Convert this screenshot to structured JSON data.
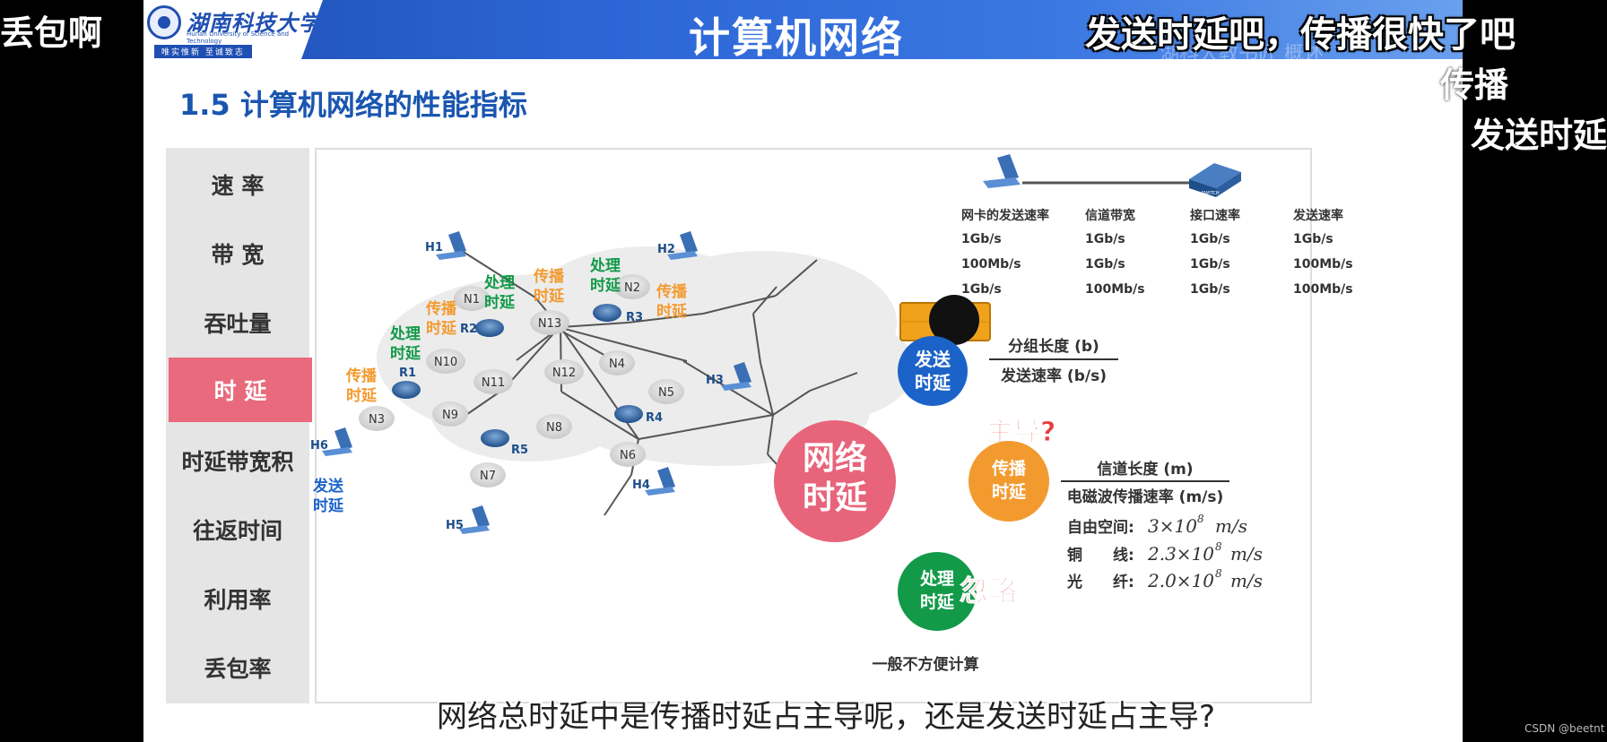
{
  "overlay": {
    "left_edge_text": "丢包啊",
    "top_caption": "发送时延吧，传播很快了吧",
    "right_line1": "传播",
    "right_line2": "发送时延",
    "bottom_caption": "网络总时延中是传播时延占主导呢，还是发送时延占主导?",
    "csdn": "CSDN @beetnt"
  },
  "header": {
    "school_name": "湖南科技大学",
    "school_name_en": "Hunan University of Science and Technology",
    "motto": "唯实惟新  至诚致志",
    "title": "计算机网络",
    "watermark": "湖科大教书匠 概述"
  },
  "section_title": "1.5 计算机网络的性能指标",
  "nav": {
    "items": [
      "速 率",
      "带 宽",
      "吞吐量",
      "时 延",
      "时延带宽积",
      "往返时间",
      "利用率",
      "丢包率"
    ],
    "active_index": 3
  },
  "network": {
    "hosts": [
      "H1",
      "H2",
      "H3",
      "H4",
      "H5",
      "H6"
    ],
    "routers": [
      "R1",
      "R2",
      "R3",
      "R4",
      "R5"
    ],
    "clouds": [
      "N1",
      "N2",
      "N3",
      "N4",
      "N5",
      "N6",
      "N7",
      "N8",
      "N9",
      "N10",
      "N11",
      "N12",
      "N13"
    ],
    "processing_delay": "处理时延",
    "propagation_delay": "传播时延",
    "sending_delay": "发送时延"
  },
  "rate_table": {
    "headers": [
      "网卡的发送速率",
      "信道带宽",
      "接口速率",
      "发送速率"
    ],
    "rows": [
      [
        "1Gb/s",
        "1Gb/s",
        "1Gb/s",
        "1Gb/s"
      ],
      [
        "100Mb/s",
        "1Gb/s",
        "1Gb/s",
        "100Mb/s"
      ],
      [
        "1Gb/s",
        "100Mb/s",
        "1Gb/s",
        "100Mb/s"
      ]
    ],
    "switch_label": "SWITCH"
  },
  "delays": {
    "network_delay": "网络时延",
    "sending": "发送时延",
    "propagation": "传播时延",
    "processing": "处理时延",
    "dominant_question": "主导?",
    "ignore": "忽略",
    "not_easy": "一般不方便计算"
  },
  "formulas": {
    "send_num": "分组长度 (b)",
    "send_den": "发送速率 (b/s)",
    "prop_num": "信道长度 (m)",
    "prop_den": "电磁波传播速率 (m/s)",
    "speeds": [
      {
        "label": "自由空间:",
        "value": "3×10",
        "exp": "8",
        "unit": "m/s"
      },
      {
        "label": "铜　　线:",
        "value": "2.3×10",
        "exp": "8",
        "unit": "m/s"
      },
      {
        "label": "光　　纤:",
        "value": "2.0×10",
        "exp": "8",
        "unit": "m/s"
      }
    ]
  },
  "colors": {
    "nav_active": "#e86a7c",
    "title_blue": "#1a56b0",
    "processing_green": "#129a49",
    "propagation_orange": "#f39a2f",
    "sending_blue": "#1c63c9",
    "network_pink": "#e8647b",
    "warning_red": "#e83a3a"
  }
}
